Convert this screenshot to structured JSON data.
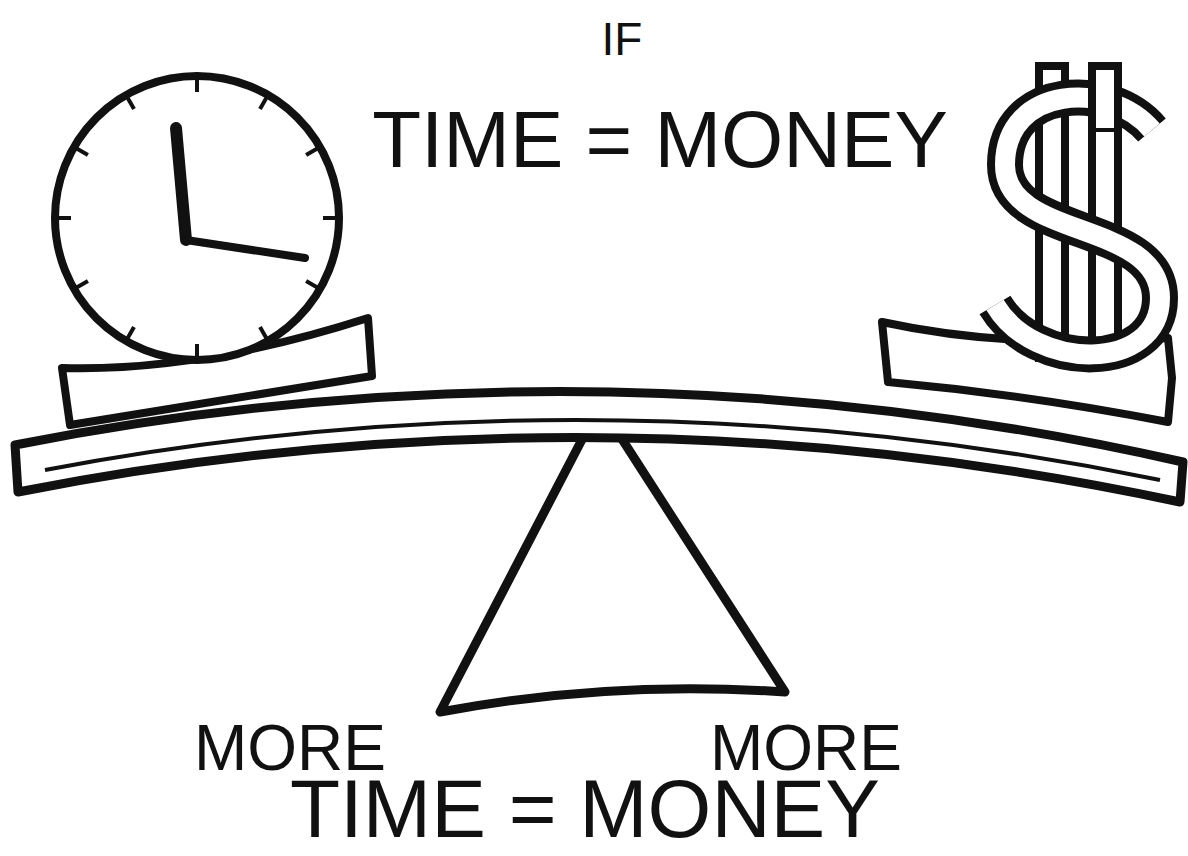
{
  "diagram": {
    "labels": [
      "IF",
      "TIME = MONEY",
      "MORE",
      "MORE",
      "TIME = MONEY"
    ]
  }
}
